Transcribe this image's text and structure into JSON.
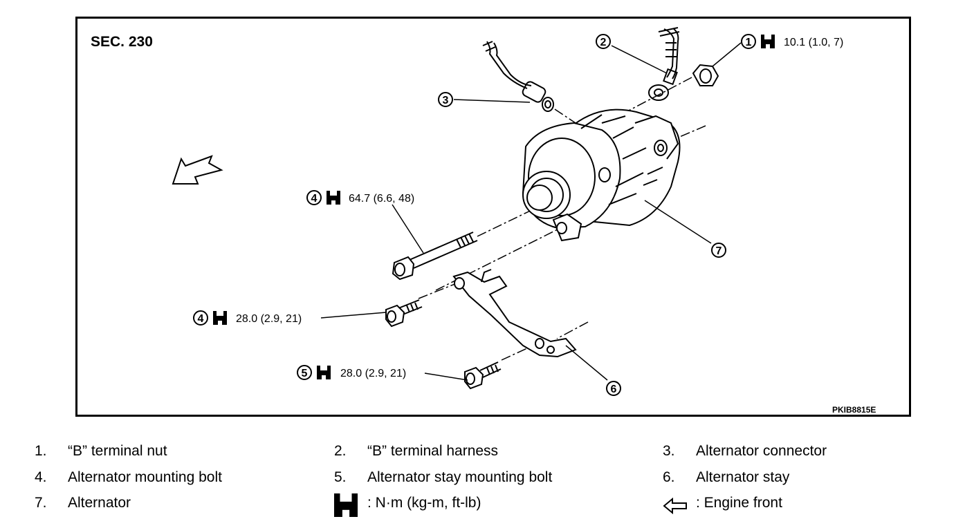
{
  "diagram": {
    "section_label": "SEC. 230",
    "figure_code": "PKIB8815E",
    "callouts": [
      {
        "number": "1",
        "torque": "10.1 (1.0, 7)"
      },
      {
        "number": "2",
        "torque": ""
      },
      {
        "number": "3",
        "torque": ""
      },
      {
        "number": "4",
        "torque": "64.7 (6.6, 48)"
      },
      {
        "number": "4",
        "torque": "28.0 (2.9, 21)"
      },
      {
        "number": "5",
        "torque": "28.0 (2.9, 21)"
      },
      {
        "number": "6",
        "torque": ""
      },
      {
        "number": "7",
        "torque": ""
      }
    ]
  },
  "legend": {
    "items": [
      {
        "num": "1.",
        "text": "“B” terminal nut"
      },
      {
        "num": "2.",
        "text": "“B” terminal harness"
      },
      {
        "num": "3.",
        "text": "Alternator connector"
      },
      {
        "num": "4.",
        "text": "Alternator mounting bolt"
      },
      {
        "num": "5.",
        "text": "Alternator stay mounting bolt"
      },
      {
        "num": "6.",
        "text": "Alternator stay"
      },
      {
        "num": "7.",
        "text": "Alternator"
      }
    ],
    "torque_symbol_text": ": N·m (kg-m, ft-lb)",
    "engine_front_text": ": Engine front"
  }
}
